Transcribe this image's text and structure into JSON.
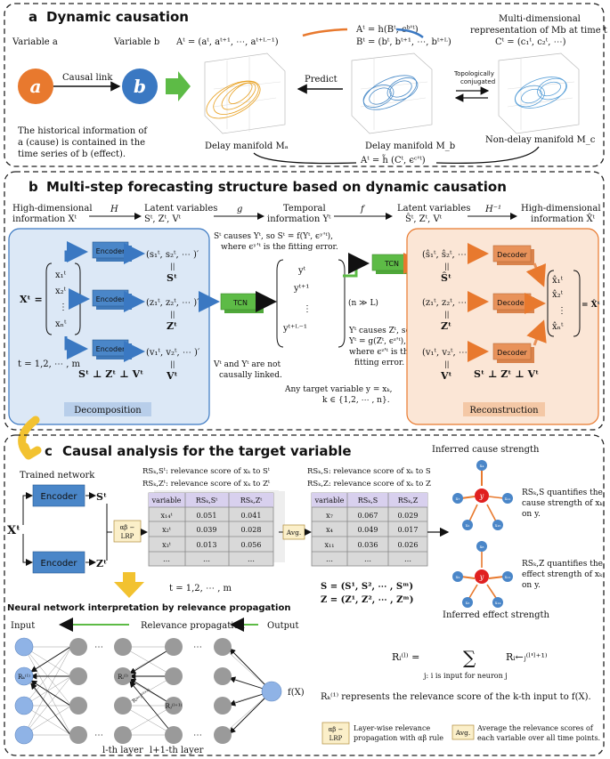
{
  "panel_a": {
    "letter": "a",
    "title": "Dynamic causation",
    "variable_a_label": "Variable  a",
    "variable_b_label": "Variable  b",
    "node_a": "a",
    "node_b": "b",
    "causal_link": "Causal link",
    "eq_At": "Aᵗ = (aᵗ, aᵗ⁺¹, ⋯, aᵗ⁺ᴸ⁻¹)",
    "eq_h": "Aᵗ = h(Bᵗ, ϵᵇ'ᵗ)",
    "eq_Bt": "Bᵗ = (bᵗ, bᵗ⁺¹, ⋯, bᵗ⁺ᴸ)",
    "multi_dim_1": "Multi-dimensional",
    "multi_dim_2": "representation of Mb at time t",
    "eq_Ct": "Cᵗ = (c₁ᵗ, c₂ᵗ, ⋯)",
    "predict": "Predict",
    "topo_1": "Topologically",
    "topo_2": "conjugated",
    "hist_1": "The historical information of",
    "hist_2": "a (cause) is contained in the",
    "hist_3": "time series of b (effect).",
    "manifold_a": "Delay manifold Mₐ",
    "manifold_b": "Delay manifold M_b",
    "manifold_c": "Non-delay manifold M_c",
    "eq_htilde": "Aᵗ = h̃ (Cᵗ, ϵᶜ'ᵗ)"
  },
  "panel_b": {
    "letter": "b",
    "title": "Multi-step forecasting structure based on dynamic causation",
    "flow_1a": "High-dimensional",
    "flow_1b": "information Xᵗ",
    "flow_H": "H",
    "flow_2a": "Latent variables",
    "flow_2b": "Sᵗ, Zᵗ, Vᵗ",
    "flow_g": "g",
    "flow_3a": "Temporal",
    "flow_3b": "information Yᵗ",
    "flow_f": "f",
    "flow_4a": "Latent variables",
    "flow_4b": "Ŝᵗ, Zᵗ, Vᵗ",
    "flow_Hinv": "H⁻¹",
    "flow_5a": "High-dimensional",
    "flow_5b": "information X̂ᵗ",
    "encoder": "Encoder",
    "decoder": "Decoder",
    "tcn": "TCN",
    "xt_label": "Xᵗ =",
    "x1": "x₁ᵗ",
    "x2": "x₂ᵗ",
    "vdots": "⋮",
    "xn": "xₙᵗ",
    "t_range": "t = 1,2, ⋯ , m",
    "s_vec": "(s₁ᵗ, s₂ᵗ, ⋯ )′",
    "z_vec": "(z₁ᵗ, z₂ᵗ, ⋯ )′",
    "v_vec": "(v₁ᵗ, v₂ᵗ, ⋯ )′",
    "equals_sym": "||",
    "S": "Sᵗ",
    "Z": "Zᵗ",
    "V": "Vᵗ",
    "perp": "Sᵗ ⊥ Zᵗ ⊥ Vᵗ",
    "decomposition": "Decomposition",
    "s_cause_1": "Sᵗ causes Yᵗ, so Sᵗ = f(Yᵗ, ϵʸ'ᵗ),",
    "s_cause_2": "where ϵʸ'ᵗ is the fitting error.",
    "v_note_1": "Vᵗ and Yᵗ are not",
    "v_note_2": "causally linked.",
    "y1": "yᵗ",
    "y2": "yᵗ⁺¹",
    "yL": "yᵗ⁺ᴸ⁻¹",
    "n_gg_L": "(n ≫ L)",
    "y_cause_1": "Yᵗ causes Zᵗ, so",
    "y_cause_2": "Yᵗ = g(Zᵗ, ϵᶻ'ᵗ),",
    "y_cause_3": "where ϵᶻ'ᵗ is the",
    "y_cause_4": "fitting error.",
    "target_1": "Any target variable y = xₖ,",
    "target_2": "k ∈ {1,2, ⋯ , n}.",
    "s_hat_vec": "(ŝ₁ᵗ, ŝ₂ᵗ, ⋯ )′",
    "S_hat": "Ŝᵗ",
    "xhat1": "x̂₁ᵗ",
    "xhat2": "x̂₂ᵗ",
    "xhatn": "x̂ₙᵗ",
    "xhat_label": "= X̂ᵗ",
    "reconstruction": "Reconstruction"
  },
  "panel_c": {
    "letter": "c",
    "title": "Causal analysis for the target variable",
    "trained_network": "Trained network",
    "xt": "Xᵗ",
    "rs_ks_t": "RSₖ,Sᵗ: relevance score of xₖ to Sᵗ",
    "rs_kz_t": "RSₖ,Zᵗ: relevance score of xₖ to Zᵗ",
    "rs_ks": "RSₖ,S: relevance score of xₖ to S",
    "rs_kz": "RSₖ,Z: relevance score of xₖ to Z",
    "lrp_1": "αβ −",
    "lrp_2": "LRP",
    "avg": "Avg.",
    "table1_headers": [
      "variable",
      "RSₖ,Sᵗ",
      "RSₖ,Zᵗ"
    ],
    "table1_rows": [
      [
        "x₁₄ᵗ",
        "0.051",
        "0.041"
      ],
      [
        "x₂ᵗ",
        "0.039",
        "0.028"
      ],
      [
        "x₃ᵗ",
        "0.013",
        "0.056"
      ],
      [
        "…",
        "…",
        "…"
      ]
    ],
    "table2_headers": [
      "variable",
      "RSₖ,S",
      "RSₖ,Z"
    ],
    "table2_rows": [
      [
        "x₇",
        "0.067",
        "0.029"
      ],
      [
        "x₄",
        "0.049",
        "0.017"
      ],
      [
        "x₁₁",
        "0.036",
        "0.026"
      ],
      [
        "…",
        "…",
        "…"
      ]
    ],
    "t_range": "t = 1,2, ⋯ , m",
    "S_def": "S = (S¹, S², ⋯ , Sᵐ)",
    "Z_def": "Z = (Z¹, Z², ⋯ , Zᵐ)",
    "inferred_cause": "Inferred cause strength",
    "inferred_effect": "Inferred effect strength",
    "cause_desc_1": "RSₖ,S quantifies the",
    "cause_desc_2": "cause strength of xₖ",
    "cause_desc_3": "on y.",
    "effect_desc_1": "RSₖ,Z quantifies the",
    "effect_desc_2": "effect strength of xₖ",
    "effect_desc_3": "on y.",
    "nn_title": "Neural network interpretation by relevance propagation",
    "input": "Input",
    "relevance_propagation": "Relevance propagation",
    "output": "Output",
    "fx": "f(X)",
    "rk1": "Rₖ⁽¹⁾",
    "ril": "Rᵢ⁽ˡ⁾",
    "rjl1": "Rⱼ⁽ˡ⁺¹⁾",
    "rij": "Rᵢ←ⱼ⁽ˡ'ˡ⁺¹⁾",
    "layer_l": "l-th layer",
    "layer_l1": "l+1-th layer",
    "dots": "⋯",
    "formula_lhs": "Rᵢ⁽ˡ⁾ =",
    "formula_sum": "∑",
    "formula_sub": "j: i is input for neuron j",
    "formula_rhs": "Rᵢ←ⱼ⁽ˡ'ˡ⁺¹⁾",
    "rk_desc": "Rₖ⁽¹⁾ represents the relevance score of the k-th input to f(X).",
    "legend_lrp_1": "Layer-wise relevance",
    "legend_lrp_2": "propagation with αβ rule",
    "legend_avg_1": "Average the relevance scores of",
    "legend_avg_2": "each variable over all time points.",
    "cause_nodes": [
      "x₄",
      "x₇",
      "x₁₁",
      "x₂",
      "x₁₆"
    ],
    "effect_nodes": [
      "x₈",
      "x₉",
      "x₁₁",
      "x₃",
      "x₁₄"
    ],
    "y_node": "y"
  },
  "colors": {
    "orange": "#E8792E",
    "blue": "#3A78C2",
    "encoder": "#4A86C8",
    "decoder": "#E8925A",
    "tcn": "#5DBB46",
    "decomp_fill": "#DCE8F6",
    "recon_fill": "#FBE6D6",
    "table_head": "#D8D0EE",
    "yellow": "#F2C230",
    "node_grey": "#9A9A9A",
    "node_blue": "#8FB3E6"
  }
}
